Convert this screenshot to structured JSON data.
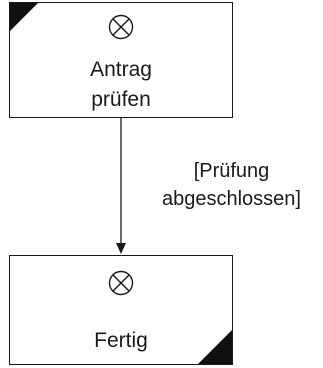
{
  "diagram": {
    "nodes": [
      {
        "label_lines": [
          "Antrag",
          "prüfen"
        ],
        "icon": "cross-circle-icon"
      },
      {
        "label_lines": [
          "Fertig"
        ],
        "icon": "cross-circle-icon"
      }
    ],
    "edge": {
      "guard_lines": [
        "[Prüfung",
        "abgeschlossen]"
      ]
    }
  }
}
